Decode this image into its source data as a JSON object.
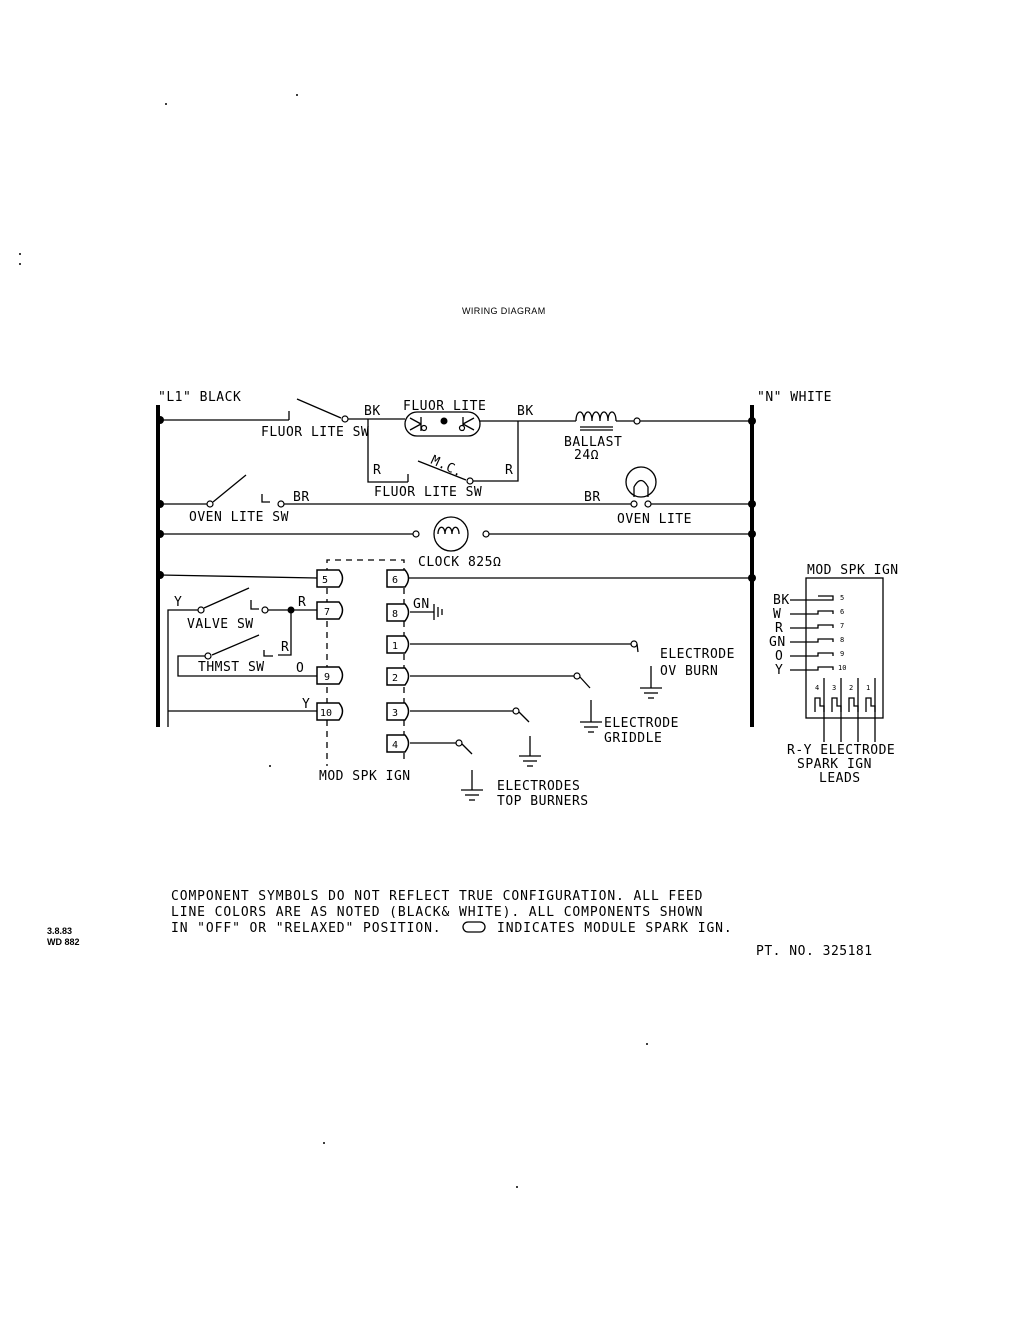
{
  "title": "WIRING DIAGRAM",
  "supply": {
    "l1": "\"L1\" BLACK",
    "n": "\"N\" WHITE"
  },
  "wires": {
    "bk": "BK",
    "br": "BR",
    "r": "R",
    "y": "Y",
    "o": "O",
    "gn": "GN"
  },
  "components": {
    "fluor_lite": "FLUOR LITE",
    "fluor_lite_sw": "FLUOR LITE SW",
    "mc": "M.C.",
    "ballast": "BALLAST",
    "ballast_value": "24Ω",
    "oven_lite_sw": "OVEN LITE SW",
    "oven_lite": "OVEN LITE",
    "clock": "CLOCK 825Ω",
    "valve_sw": "VALVE SW",
    "thmst_sw": "THMST SW",
    "mod_spk_ign": "MOD SPK IGN",
    "electrode_ov_1": "ELECTRODE",
    "electrode_ov_2": "OV BURN",
    "electrode_gr_1": "ELECTRODE",
    "electrode_gr_2": "GRIDDLE",
    "electrodes_top_1": "ELECTRODES",
    "electrodes_top_2": "TOP BURNERS"
  },
  "module_terminals_left": [
    "5",
    "7",
    "9",
    "10"
  ],
  "module_terminals_right": [
    "6",
    "8",
    "1",
    "2",
    "3",
    "4"
  ],
  "connector": {
    "title": "MOD SPK IGN",
    "wires": [
      "BK",
      "W",
      "R",
      "GN",
      "O",
      "Y"
    ],
    "pins": [
      "5",
      "6",
      "7",
      "8",
      "9",
      "10"
    ],
    "leads": [
      "4",
      "3",
      "2",
      "1"
    ],
    "caption_1": "R-Y ELECTRODE",
    "caption_2": "SPARK IGN",
    "caption_3": "LEADS"
  },
  "notes": {
    "line1": "COMPONENT SYMBOLS DO NOT REFLECT TRUE CONFIGURATION. ALL FEED",
    "line2": "LINE COLORS ARE AS NOTED (BLACK& WHITE). ALL COMPONENTS SHOWN",
    "line3a": "IN \"OFF\" OR \"RELAXED\" POSITION.",
    "line3b": "INDICATES MODULE SPARK IGN."
  },
  "codes": {
    "date": "3.8.83",
    "wd": "WD 882"
  },
  "part_no": "PT. NO. 325181"
}
